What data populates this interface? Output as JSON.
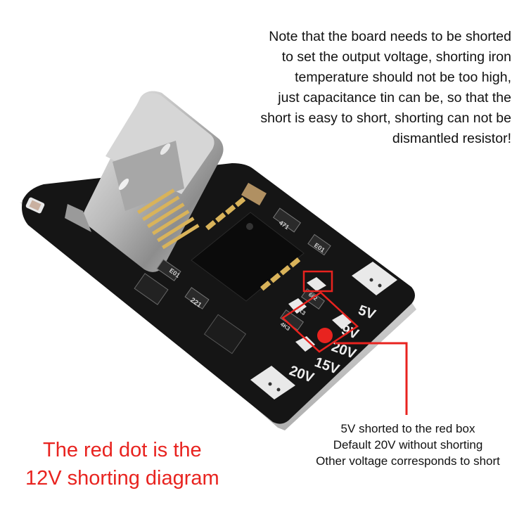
{
  "note": [
    "Note that the board needs to be shorted",
    "to set the output voltage, shorting iron",
    "temperature should not be too high,",
    "just capacitance tin can be, so that the",
    "short is easy to short, shorting can not be",
    "dismantled resistor!"
  ],
  "red_caption": [
    "The red dot is the",
    "12V shorting diagram"
  ],
  "black_caption": [
    "5V shorted to the red box",
    "Default 20V without shorting",
    "Other voltage corresponds to short"
  ],
  "pcb_labels": {
    "v5": "5V",
    "v9": "9V",
    "v20": "20V",
    "v15": "15V",
    "v20b": "20V",
    "chip_471": "471",
    "e01_a": "E01",
    "e01_b": "E01",
    "r221": "221",
    "r682": "682",
    "r4k3": "4K3",
    "r4k3b": "4K3"
  },
  "colors": {
    "accent_red": "#e8231f",
    "board": "#151515",
    "gold": "#d9b35a"
  }
}
